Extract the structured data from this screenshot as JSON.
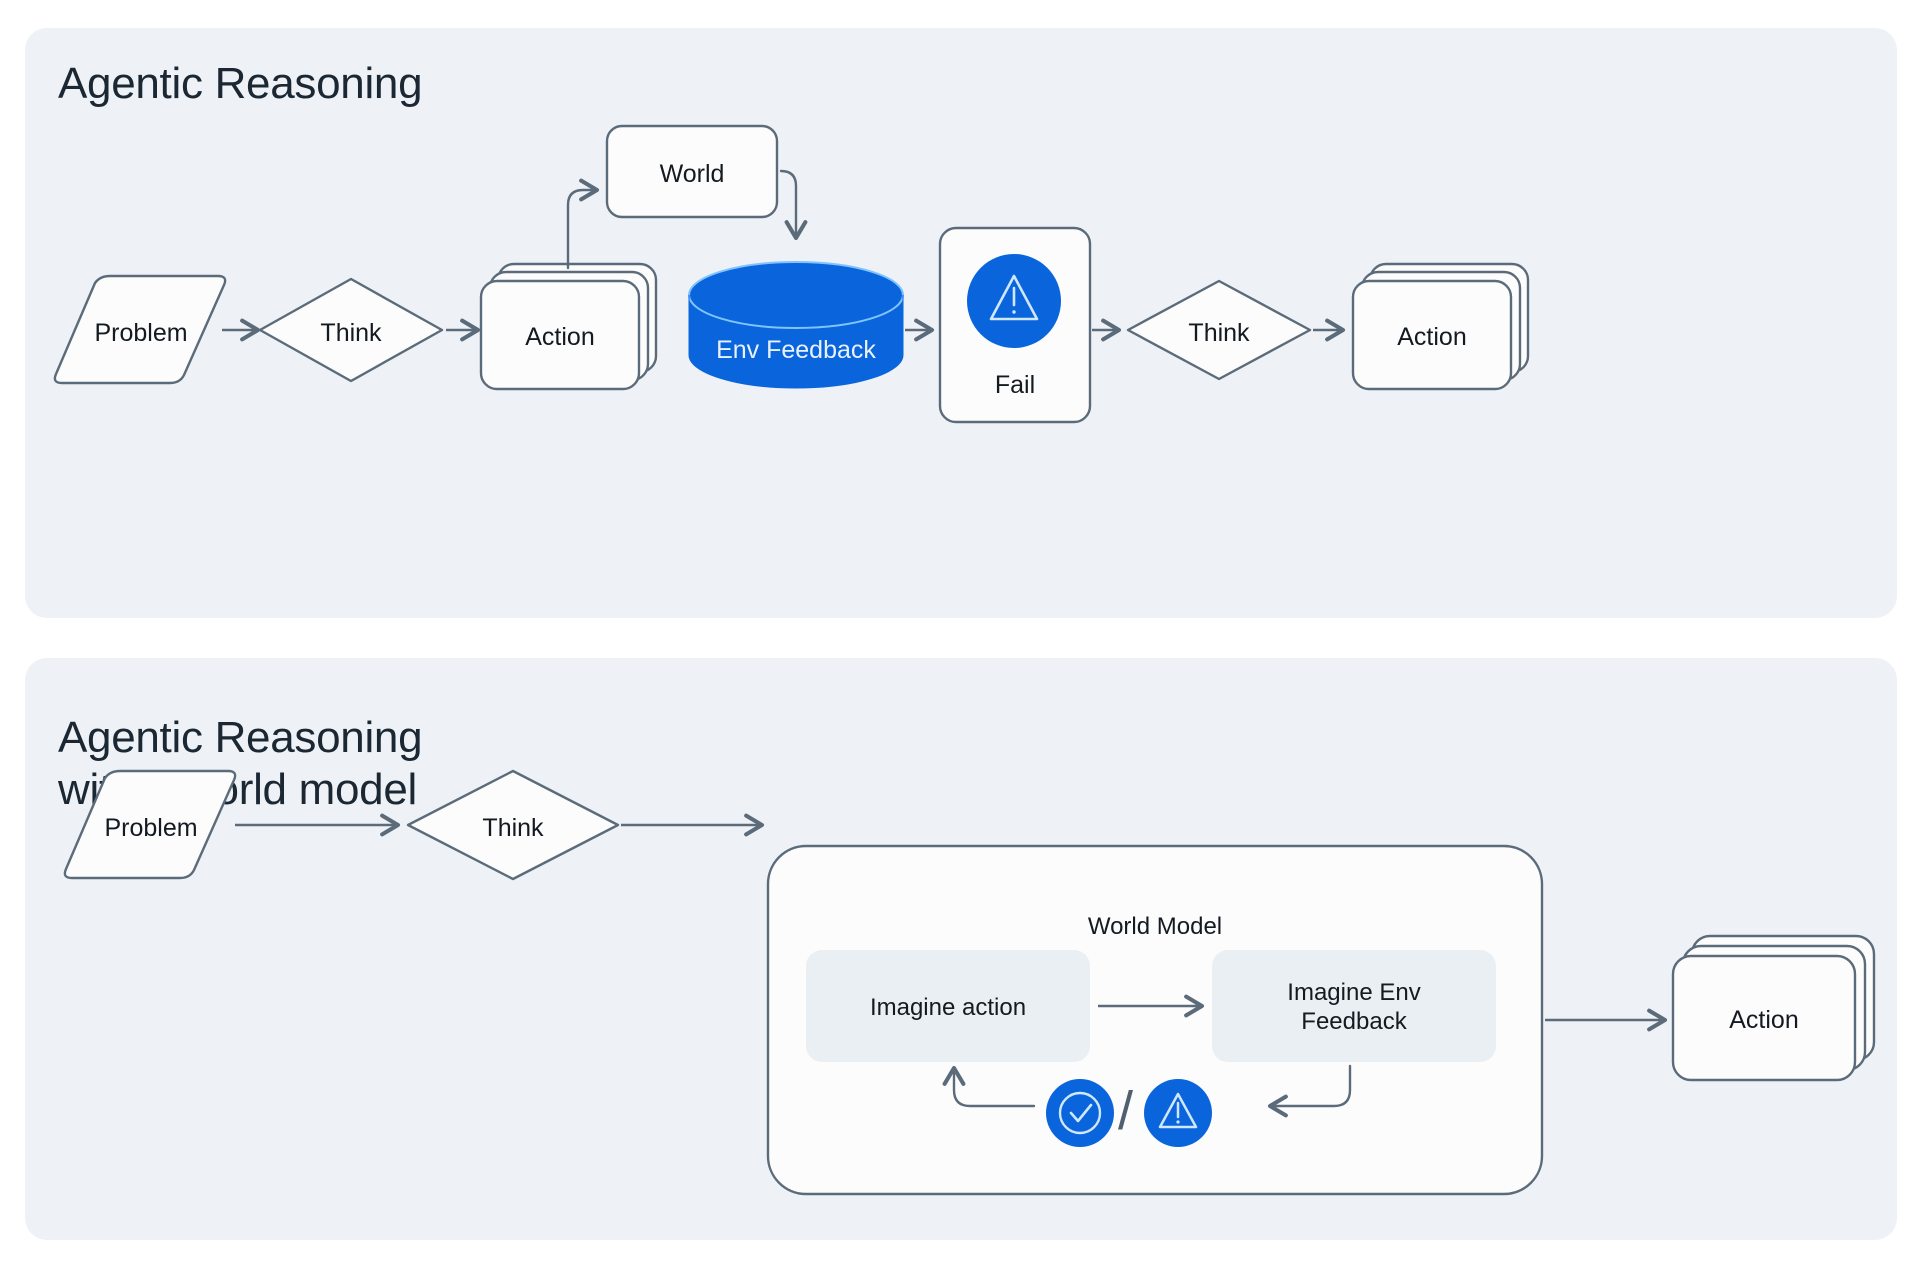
{
  "theme": {
    "panel_bg": "#eef2f6",
    "page_bg": "#ffffff",
    "stroke": "#5c6b7a",
    "node_fill": "#fcfcfd",
    "accent_blue": "#0a64dc",
    "accent_light": "#bfe0ff",
    "text_dark": "#141a20",
    "inner_box_fill": "#eaeff4"
  },
  "panels": [
    {
      "id": "agentic-reasoning",
      "title": "Agentic Reasoning",
      "nodes": [
        {
          "key": "problem",
          "label": "Problem",
          "shape": "parallelogram"
        },
        {
          "key": "think1",
          "label": "Think",
          "shape": "diamond"
        },
        {
          "key": "action1",
          "label": "Action",
          "shape": "card-stack"
        },
        {
          "key": "world",
          "label": "World",
          "shape": "rounded-rect"
        },
        {
          "key": "env_feedback",
          "label": "Env Feedback",
          "shape": "cylinder"
        },
        {
          "key": "fail",
          "label": "Fail",
          "shape": "rounded-rect-icon",
          "icon": "warning-icon"
        },
        {
          "key": "think2",
          "label": "Think",
          "shape": "diamond"
        },
        {
          "key": "action2",
          "label": "Action",
          "shape": "card-stack"
        }
      ],
      "edges": [
        {
          "from": "problem",
          "to": "think1"
        },
        {
          "from": "think1",
          "to": "action1"
        },
        {
          "from": "action1",
          "to": "world"
        },
        {
          "from": "world",
          "to": "env_feedback"
        },
        {
          "from": "env_feedback",
          "to": "fail"
        },
        {
          "from": "fail",
          "to": "think2"
        },
        {
          "from": "think2",
          "to": "action2"
        }
      ]
    },
    {
      "id": "agentic-reasoning-world-model",
      "title": "Agentic Reasoning\nwith a world model",
      "nodes": [
        {
          "key": "problem",
          "label": "Problem",
          "shape": "parallelogram"
        },
        {
          "key": "think",
          "label": "Think",
          "shape": "diamond"
        },
        {
          "key": "world_model",
          "label": "World Model",
          "shape": "container"
        },
        {
          "key": "imagine_action",
          "label": "Imagine action",
          "shape": "soft-box"
        },
        {
          "key": "imagine_env",
          "label": "Imagine Env\nFeedback",
          "shape": "soft-box"
        },
        {
          "key": "success_badge",
          "label": "",
          "shape": "circle-icon",
          "icon": "check-circle-icon"
        },
        {
          "key": "separator",
          "label": "/",
          "shape": "text"
        },
        {
          "key": "fail_badge",
          "label": "",
          "shape": "circle-icon",
          "icon": "warning-icon"
        },
        {
          "key": "action",
          "label": "Action",
          "shape": "card-stack"
        }
      ],
      "edges": [
        {
          "from": "problem",
          "to": "think"
        },
        {
          "from": "think",
          "to": "world_model"
        },
        {
          "from": "imagine_action",
          "to": "imagine_env"
        },
        {
          "from": "imagine_env",
          "to": "fail_badge"
        },
        {
          "from": "success_badge",
          "to": "imagine_action"
        },
        {
          "from": "world_model",
          "to": "action"
        }
      ]
    }
  ]
}
